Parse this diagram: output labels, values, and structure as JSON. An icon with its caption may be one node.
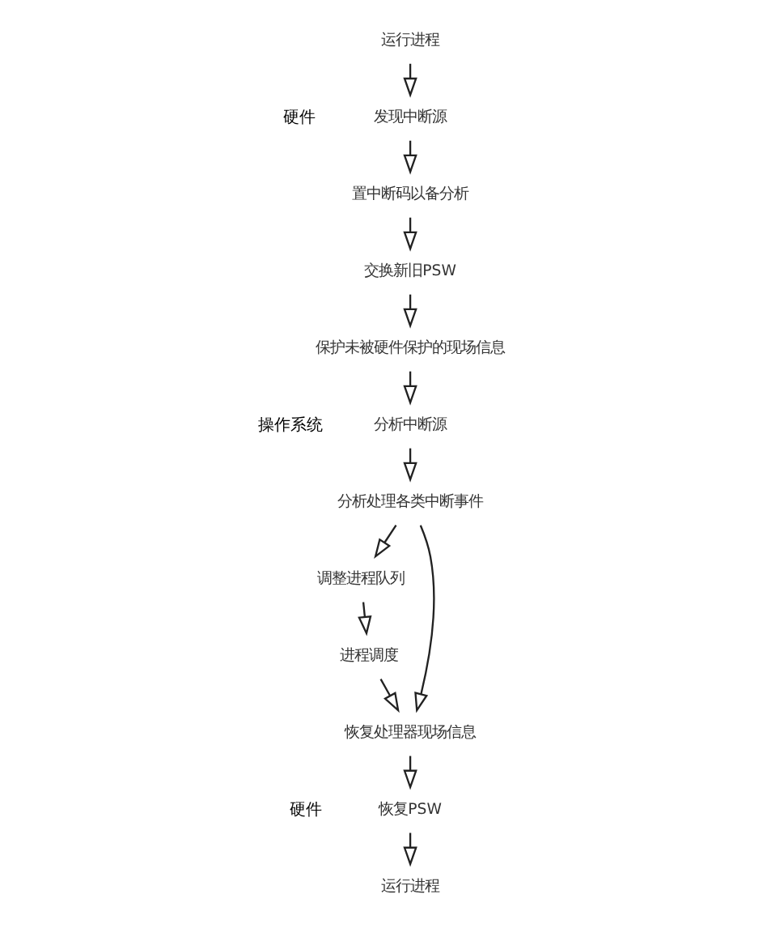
{
  "diagram": {
    "nodes": [
      {
        "text": [
          "运行进程"
        ]
      },
      {
        "text": [
          "发现中断源"
        ]
      },
      {
        "text": [
          "置中断码以备分析"
        ]
      },
      {
        "text": [
          "交换新旧PSW"
        ]
      },
      {
        "text": [
          "保护未被硬件保护的现场信息"
        ]
      },
      {
        "text": [
          "分析中断源"
        ]
      },
      {
        "text": [
          "分析处理各类中断事件"
        ]
      },
      {
        "text": [
          "调整进程队列"
        ]
      },
      {
        "text": [
          "进程调度"
        ]
      },
      {
        "text": [
          "恢复处理器现场信息"
        ]
      },
      {
        "text": [
          "恢复PSW"
        ]
      },
      {
        "text": [
          "运行进程"
        ]
      }
    ],
    "edges": [
      {
        "from": 0,
        "to": 1,
        "arrow": "to"
      },
      {
        "from": 1,
        "to": 2,
        "arrow": "to"
      },
      {
        "from": 2,
        "to": 3,
        "arrow": "to"
      },
      {
        "from": 3,
        "to": 4,
        "arrow": "to"
      },
      {
        "from": 4,
        "to": 5,
        "arrow": "to"
      },
      {
        "from": 5,
        "to": 6,
        "arrow": "to"
      },
      {
        "from": 6,
        "to": 7,
        "arrow": "to"
      },
      {
        "from": 7,
        "to": 8,
        "arrow": "to"
      },
      {
        "from": 8,
        "to": 9,
        "arrow": "to"
      },
      {
        "from": 6,
        "to": 9,
        "arrow": "to"
      },
      {
        "from": 9,
        "to": 10,
        "arrow": "to"
      },
      {
        "from": 10,
        "to": 11,
        "arrow": "to"
      }
    ],
    "labels": [
      "硬件",
      "操作系统",
      "硬件"
    ]
  }
}
